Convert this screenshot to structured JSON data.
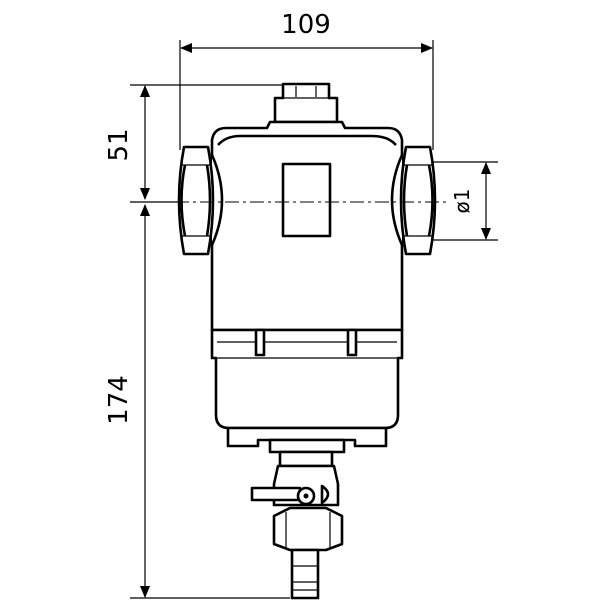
{
  "dimensions": {
    "width_label": "109",
    "upper_height_label": "51",
    "lower_height_label": "174",
    "diameter_label": "ø1"
  }
}
